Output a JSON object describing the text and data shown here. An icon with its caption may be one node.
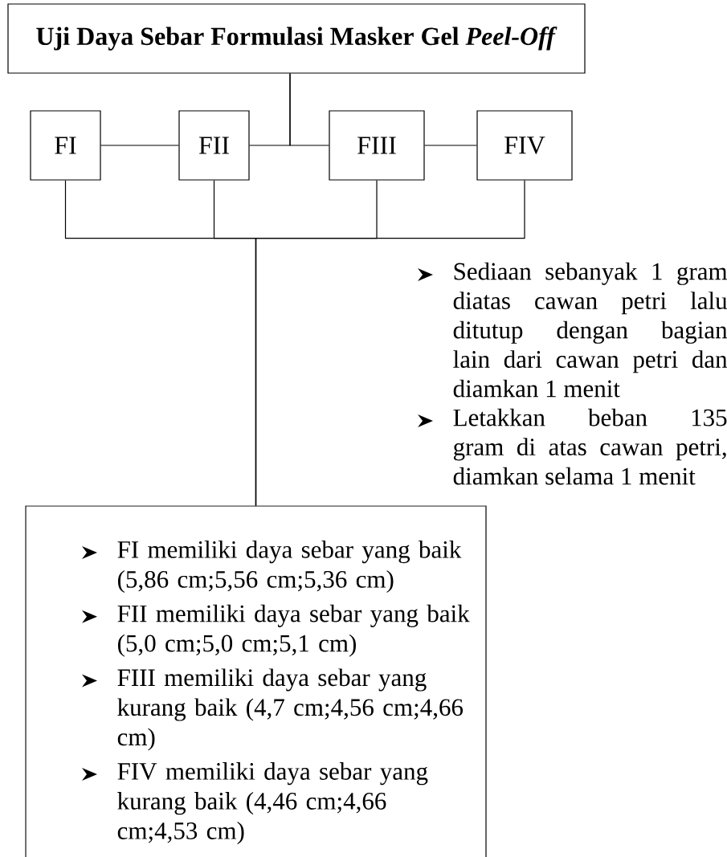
{
  "diagram": {
    "nodes": [
      {
        "text": [
          "Uji Daya Sebar Formulasi Masker Gel *Peel-Off*"
        ]
      },
      {
        "text": [
          "FI"
        ]
      },
      {
        "text": [
          "FII"
        ]
      },
      {
        "text": [
          "FIII"
        ]
      },
      {
        "text": [
          "FIV"
        ]
      },
      {
        "text": [
          "FI memiliki daya sebar yang baik (5,86 cm;5,56 cm;5,36 cm)",
          "FII memiliki daya sebar yang baik (5,0 cm;5,0 cm;5,1 cm)",
          "FIII memiliki daya sebar yang kurang baik (4,7 cm;4,56 cm;4,66 cm)",
          "FIV memiliki daya sebar yang kurang baik (4,46 cm;4,66 cm;4,53 cm)"
        ]
      }
    ],
    "edges": [
      {
        "from": 0,
        "to": 2,
        "arrow": "none"
      },
      {
        "from": 0,
        "to": 3,
        "arrow": "none"
      },
      {
        "from": 1,
        "to": 2,
        "arrow": "none"
      },
      {
        "from": 3,
        "to": 4,
        "arrow": "none"
      },
      {
        "from": 1,
        "to": 5,
        "arrow": "none"
      },
      {
        "from": 2,
        "to": 5,
        "arrow": "none"
      },
      {
        "from": 3,
        "to": 5,
        "arrow": "none"
      },
      {
        "from": 4,
        "to": 5,
        "arrow": "none"
      }
    ],
    "labels": [
      "Sediaan sebanyak 1 gram diatas cawan petri lalu ditutup dengan bagian lain dari cawan petri dan diamkan 1 menit",
      "Letakkan beban 135 gram di atas cawan petri, diamkan selama 1 menit"
    ]
  }
}
